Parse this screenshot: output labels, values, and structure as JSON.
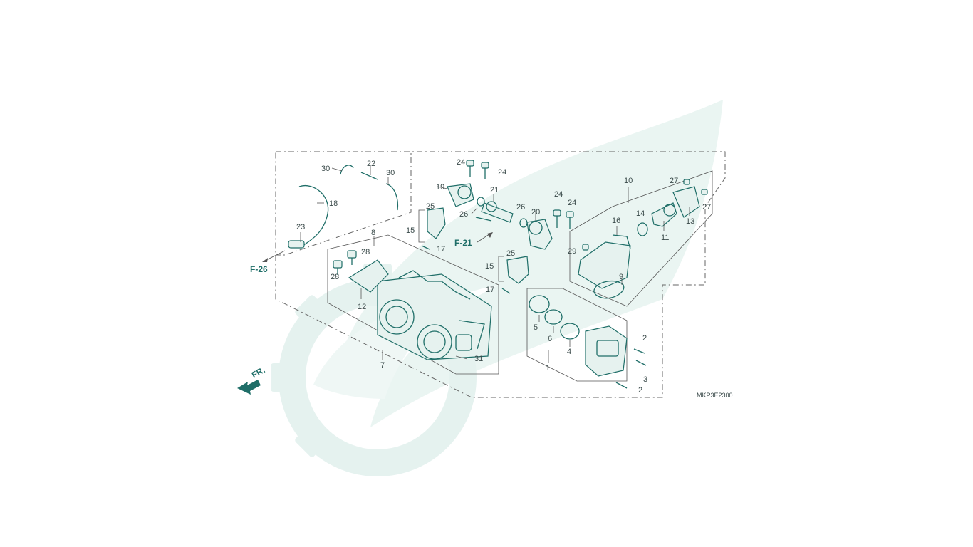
{
  "diagram": {
    "code": "MKP3E2300",
    "front_marker": "FR.",
    "refs": {
      "f26": "F-26",
      "f21": "F-21"
    },
    "labels": [
      {
        "id": "1",
        "text": "1"
      },
      {
        "id": "2a",
        "text": "2"
      },
      {
        "id": "2b",
        "text": "2"
      },
      {
        "id": "3",
        "text": "3"
      },
      {
        "id": "4",
        "text": "4"
      },
      {
        "id": "5",
        "text": "5"
      },
      {
        "id": "6",
        "text": "6"
      },
      {
        "id": "7",
        "text": "7"
      },
      {
        "id": "8",
        "text": "8"
      },
      {
        "id": "9",
        "text": "9"
      },
      {
        "id": "10",
        "text": "10"
      },
      {
        "id": "11",
        "text": "11"
      },
      {
        "id": "12",
        "text": "12"
      },
      {
        "id": "13",
        "text": "13"
      },
      {
        "id": "14",
        "text": "14"
      },
      {
        "id": "15a",
        "text": "15"
      },
      {
        "id": "15b",
        "text": "15"
      },
      {
        "id": "16",
        "text": "16"
      },
      {
        "id": "17a",
        "text": "17"
      },
      {
        "id": "17b",
        "text": "17"
      },
      {
        "id": "18",
        "text": "18"
      },
      {
        "id": "19",
        "text": "19"
      },
      {
        "id": "20",
        "text": "20"
      },
      {
        "id": "21",
        "text": "21"
      },
      {
        "id": "22",
        "text": "22"
      },
      {
        "id": "23",
        "text": "23"
      },
      {
        "id": "24a",
        "text": "24"
      },
      {
        "id": "24b",
        "text": "24"
      },
      {
        "id": "24c",
        "text": "24"
      },
      {
        "id": "24d",
        "text": "24"
      },
      {
        "id": "25a",
        "text": "25"
      },
      {
        "id": "25b",
        "text": "25"
      },
      {
        "id": "26a",
        "text": "26"
      },
      {
        "id": "26b",
        "text": "26"
      },
      {
        "id": "27a",
        "text": "27"
      },
      {
        "id": "27b",
        "text": "27"
      },
      {
        "id": "28a",
        "text": "28"
      },
      {
        "id": "28b",
        "text": "28"
      },
      {
        "id": "29",
        "text": "29"
      },
      {
        "id": "30a",
        "text": "30"
      },
      {
        "id": "30b",
        "text": "30"
      },
      {
        "id": "31",
        "text": "31"
      }
    ],
    "colors": {
      "accent": "#1f6e68",
      "watermark": "#e3f1ee"
    }
  }
}
